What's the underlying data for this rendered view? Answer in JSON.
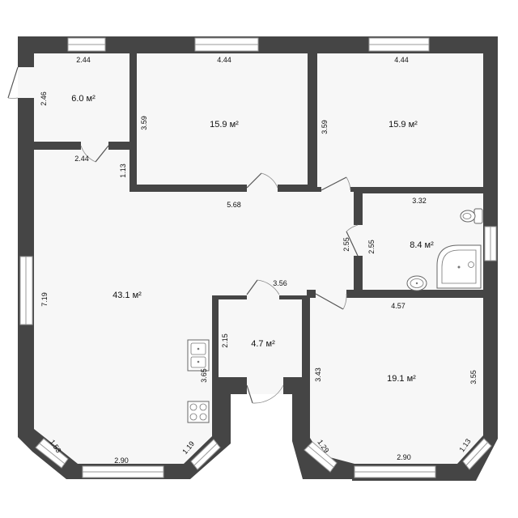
{
  "rooms": [
    {
      "id": "small-room-top-left",
      "area": "6.0 м²"
    },
    {
      "id": "bedroom-1",
      "area": "15.9 м²"
    },
    {
      "id": "bedroom-2",
      "area": "15.9 м²"
    },
    {
      "id": "bathroom",
      "area": "8.4 м²"
    },
    {
      "id": "living-kitchen",
      "area": "43.1 м²"
    },
    {
      "id": "storage",
      "area": "4.7 м²"
    },
    {
      "id": "bedroom-3",
      "area": "19.1 м²"
    }
  ],
  "dimensions": {
    "small_top": "2.44",
    "small_left": "2.46",
    "small_bottom": "2.44",
    "wall_stub": "1.13",
    "bed1_top": "4.44",
    "bed1_left": "3.59",
    "bed2_top": "4.44",
    "bed2_left": "3.59",
    "hall": "5.68",
    "bath_top": "3.32",
    "bath_left_a": "2.55",
    "bath_left_b": "2.55",
    "living_left": "7.19",
    "storage_top": "3.56",
    "storage_left": "2.15",
    "storage_right": "3.65",
    "bed3_top": "4.57",
    "bed3_left": "3.43",
    "bed3_right": "3.55",
    "living_bay_left": "1.53",
    "living_bay_bottom": "2.90",
    "living_bay_right": "1.19",
    "bed3_bay_left": "1.29",
    "bed3_bay_bottom": "2.90",
    "bed3_bay_right": "1.13"
  }
}
